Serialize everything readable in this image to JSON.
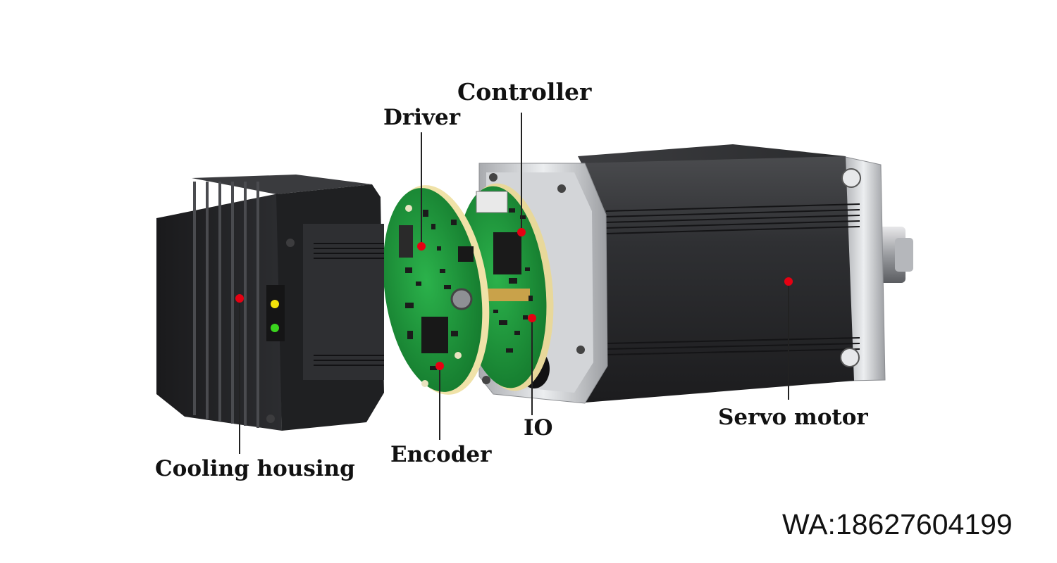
{
  "diagram": {
    "components": [
      {
        "id": "controller",
        "label": "Controller"
      },
      {
        "id": "driver",
        "label": "Driver"
      },
      {
        "id": "io",
        "label": "IO"
      },
      {
        "id": "servo_motor",
        "label": "Servo motor"
      },
      {
        "id": "encoder",
        "label": "Encoder"
      },
      {
        "id": "cooling_housing",
        "label": "Cooling housing"
      }
    ],
    "watermark": "WA:18627604199"
  },
  "colors": {
    "marker": "#e60012",
    "pcb_green": "#1f9a3c",
    "motor_body": "#2b2b2d",
    "aluminum": "#c9cbcf",
    "led_yellow": "#f2e20a",
    "led_green": "#3ad41e",
    "text": "#111111"
  }
}
